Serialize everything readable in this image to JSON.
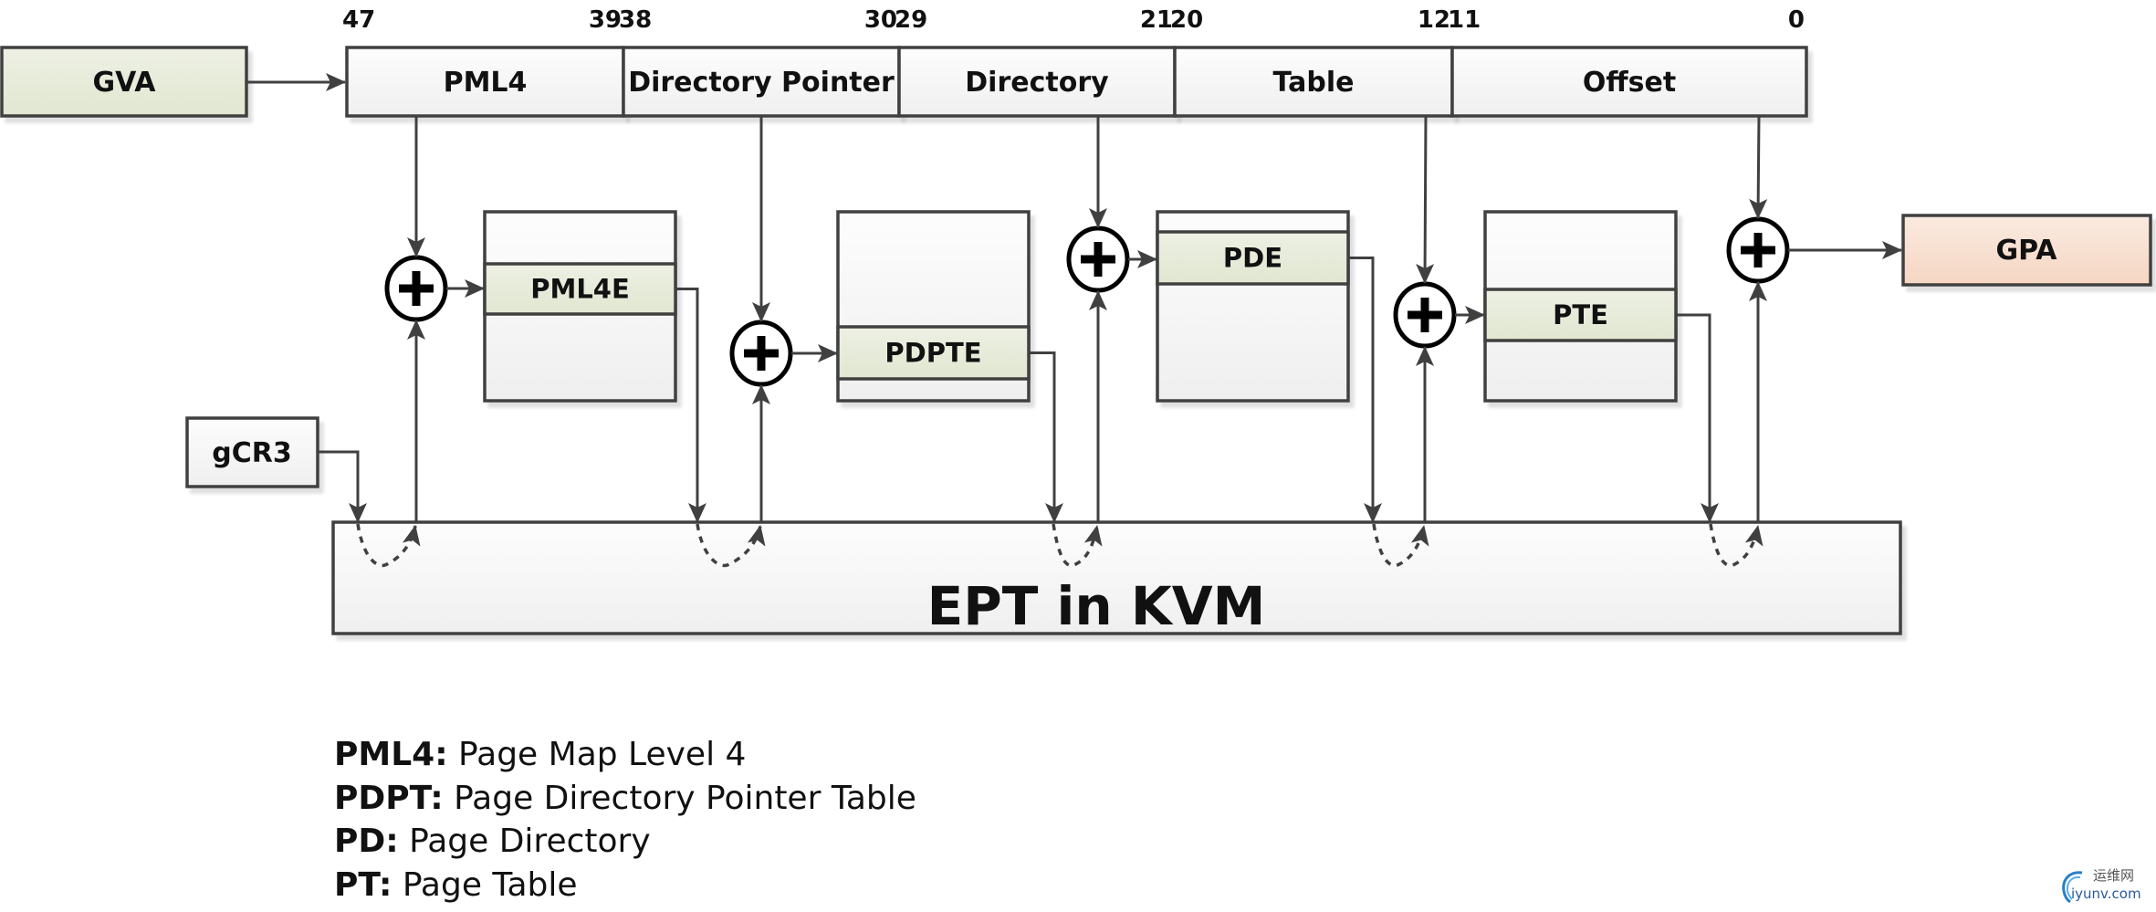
{
  "diagram": {
    "title": "EPT in KVM",
    "source_box": {
      "label": "GVA",
      "fill": "#e7ebd9"
    },
    "target_box": {
      "label": "GPA",
      "fill": "#f7dfcf"
    },
    "root_register": {
      "label": "gCR3"
    },
    "address_fields": [
      {
        "label": "PML4",
        "high_bit": "47",
        "low_bit": "39"
      },
      {
        "label": "Directory Pointer",
        "high_bit": "38",
        "low_bit": "30"
      },
      {
        "label": "Directory",
        "high_bit": "29",
        "low_bit": "21"
      },
      {
        "label": "Table",
        "high_bit": "20",
        "low_bit": "12"
      },
      {
        "label": "Offset",
        "high_bit": "11",
        "low_bit": "0"
      }
    ],
    "tables": [
      {
        "entry_label": "PML4E"
      },
      {
        "entry_label": "PDPTE"
      },
      {
        "entry_label": "PDE"
      },
      {
        "entry_label": "PTE"
      }
    ],
    "adder_symbol": "+",
    "entry_fill": "#e6ebd8",
    "line_color": "#404040"
  },
  "legend": [
    {
      "abbr": "PML4:",
      "text": " Page Map Level 4"
    },
    {
      "abbr": "PDPT:",
      "text": " Page Directory Pointer Table"
    },
    {
      "abbr": "PD:",
      "text": " Page Directory"
    },
    {
      "abbr": "PT:",
      "text": " Page Table"
    }
  ],
  "watermark": {
    "cn": "运维网",
    "en": "iyunv.com"
  }
}
